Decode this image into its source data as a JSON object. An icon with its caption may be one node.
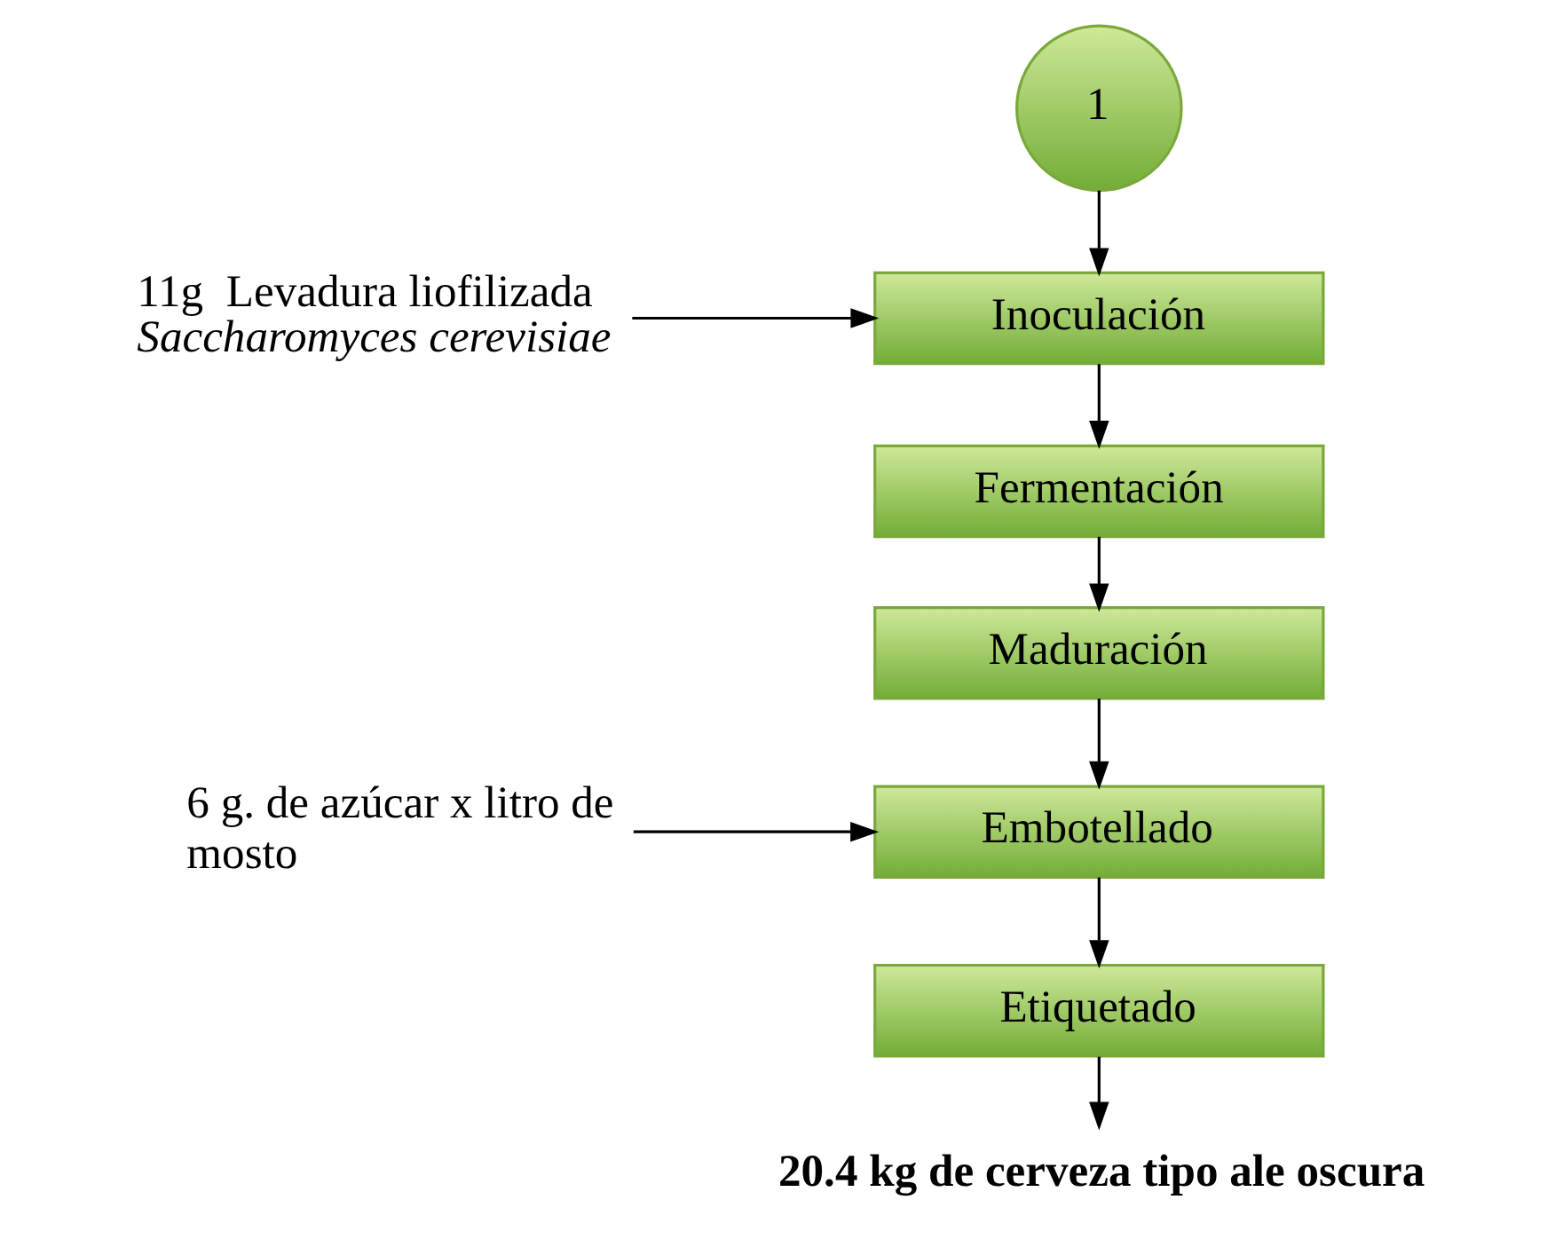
{
  "diagram": {
    "nodes": [
      {
        "text": [
          "1"
        ]
      },
      {
        "text": [
          "11g  Levadura liofilizada",
          "Saccharomyces cerevisiae"
        ]
      },
      {
        "text": [
          "Inoculación"
        ]
      },
      {
        "text": [
          "Fermentación"
        ]
      },
      {
        "text": [
          "Maduración"
        ]
      },
      {
        "text": [
          "6 g. de azúcar x litro de mosto"
        ]
      },
      {
        "text": [
          "Embotellado"
        ]
      },
      {
        "text": [
          "Etiquetado"
        ]
      },
      {
        "text": [
          "20.4 kg de cerveza tipo ale oscura"
        ]
      }
    ],
    "edges": [
      {
        "from": 0,
        "to": 2,
        "arrow": "to"
      },
      {
        "from": 1,
        "to": 2,
        "arrow": "to"
      },
      {
        "from": 2,
        "to": 3,
        "arrow": "to"
      },
      {
        "from": 3,
        "to": 4,
        "arrow": "to"
      },
      {
        "from": 4,
        "to": 6,
        "arrow": "to"
      },
      {
        "from": 5,
        "to": 6,
        "arrow": "to"
      },
      {
        "from": 6,
        "to": 7,
        "arrow": "to"
      },
      {
        "from": 7,
        "to": 8,
        "arrow": "to"
      }
    ]
  }
}
